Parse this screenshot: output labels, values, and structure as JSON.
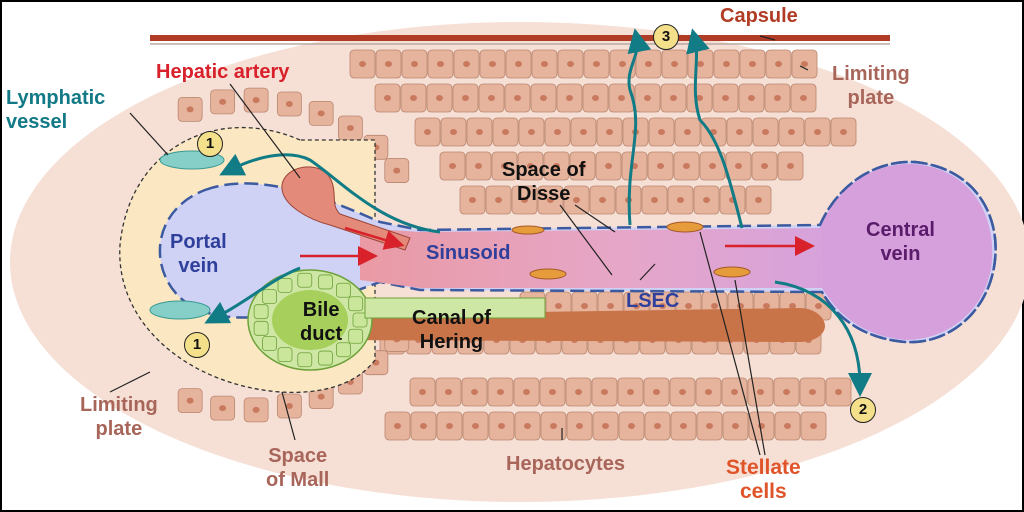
{
  "colors": {
    "background_tissue": "#f6dfd5",
    "hepatocyte_fill": "#e6b49d",
    "hepatocyte_nucleus": "#c97a5e",
    "portal_vein": "#cfd2f5",
    "central_vein": "#d6a0dd",
    "sinusoid_pink": "#e89aa6",
    "bile_duct": "#b5da7c",
    "canal_of_hering": "#c97348",
    "capsule": "#b03c25",
    "lymphatic": "#86cfc9",
    "artery": "#e48a7b",
    "space_of_mall": "#fbe8c3",
    "flow_arrow_teal": "#117c86",
    "flow_arrow_red": "#d8212a"
  },
  "labels": {
    "capsule": "Capsule",
    "limiting_plate_right": "Limiting\nplate",
    "hepatic_artery": "Hepatic artery",
    "lymphatic_vessel": "Lymphatic\nvessel",
    "space_of_disse": "Space of\nDisse",
    "portal_vein": "Portal\nvein",
    "sinusoid": "Sinusoid",
    "central_vein": "Central\nvein",
    "bile_duct": "Bile\nduct",
    "canal_of_hering": "Canal of\nHering",
    "lsec": "LSEC",
    "limiting_plate_left": "Limiting\nplate",
    "space_of_mall": "Space\nof Mall",
    "hepatocytes": "Hepatocytes",
    "stellate_cells": "Stellate\ncells"
  },
  "badges": {
    "top_left": "1",
    "bottom_left": "1",
    "bottom_right": "2",
    "top": "3"
  }
}
